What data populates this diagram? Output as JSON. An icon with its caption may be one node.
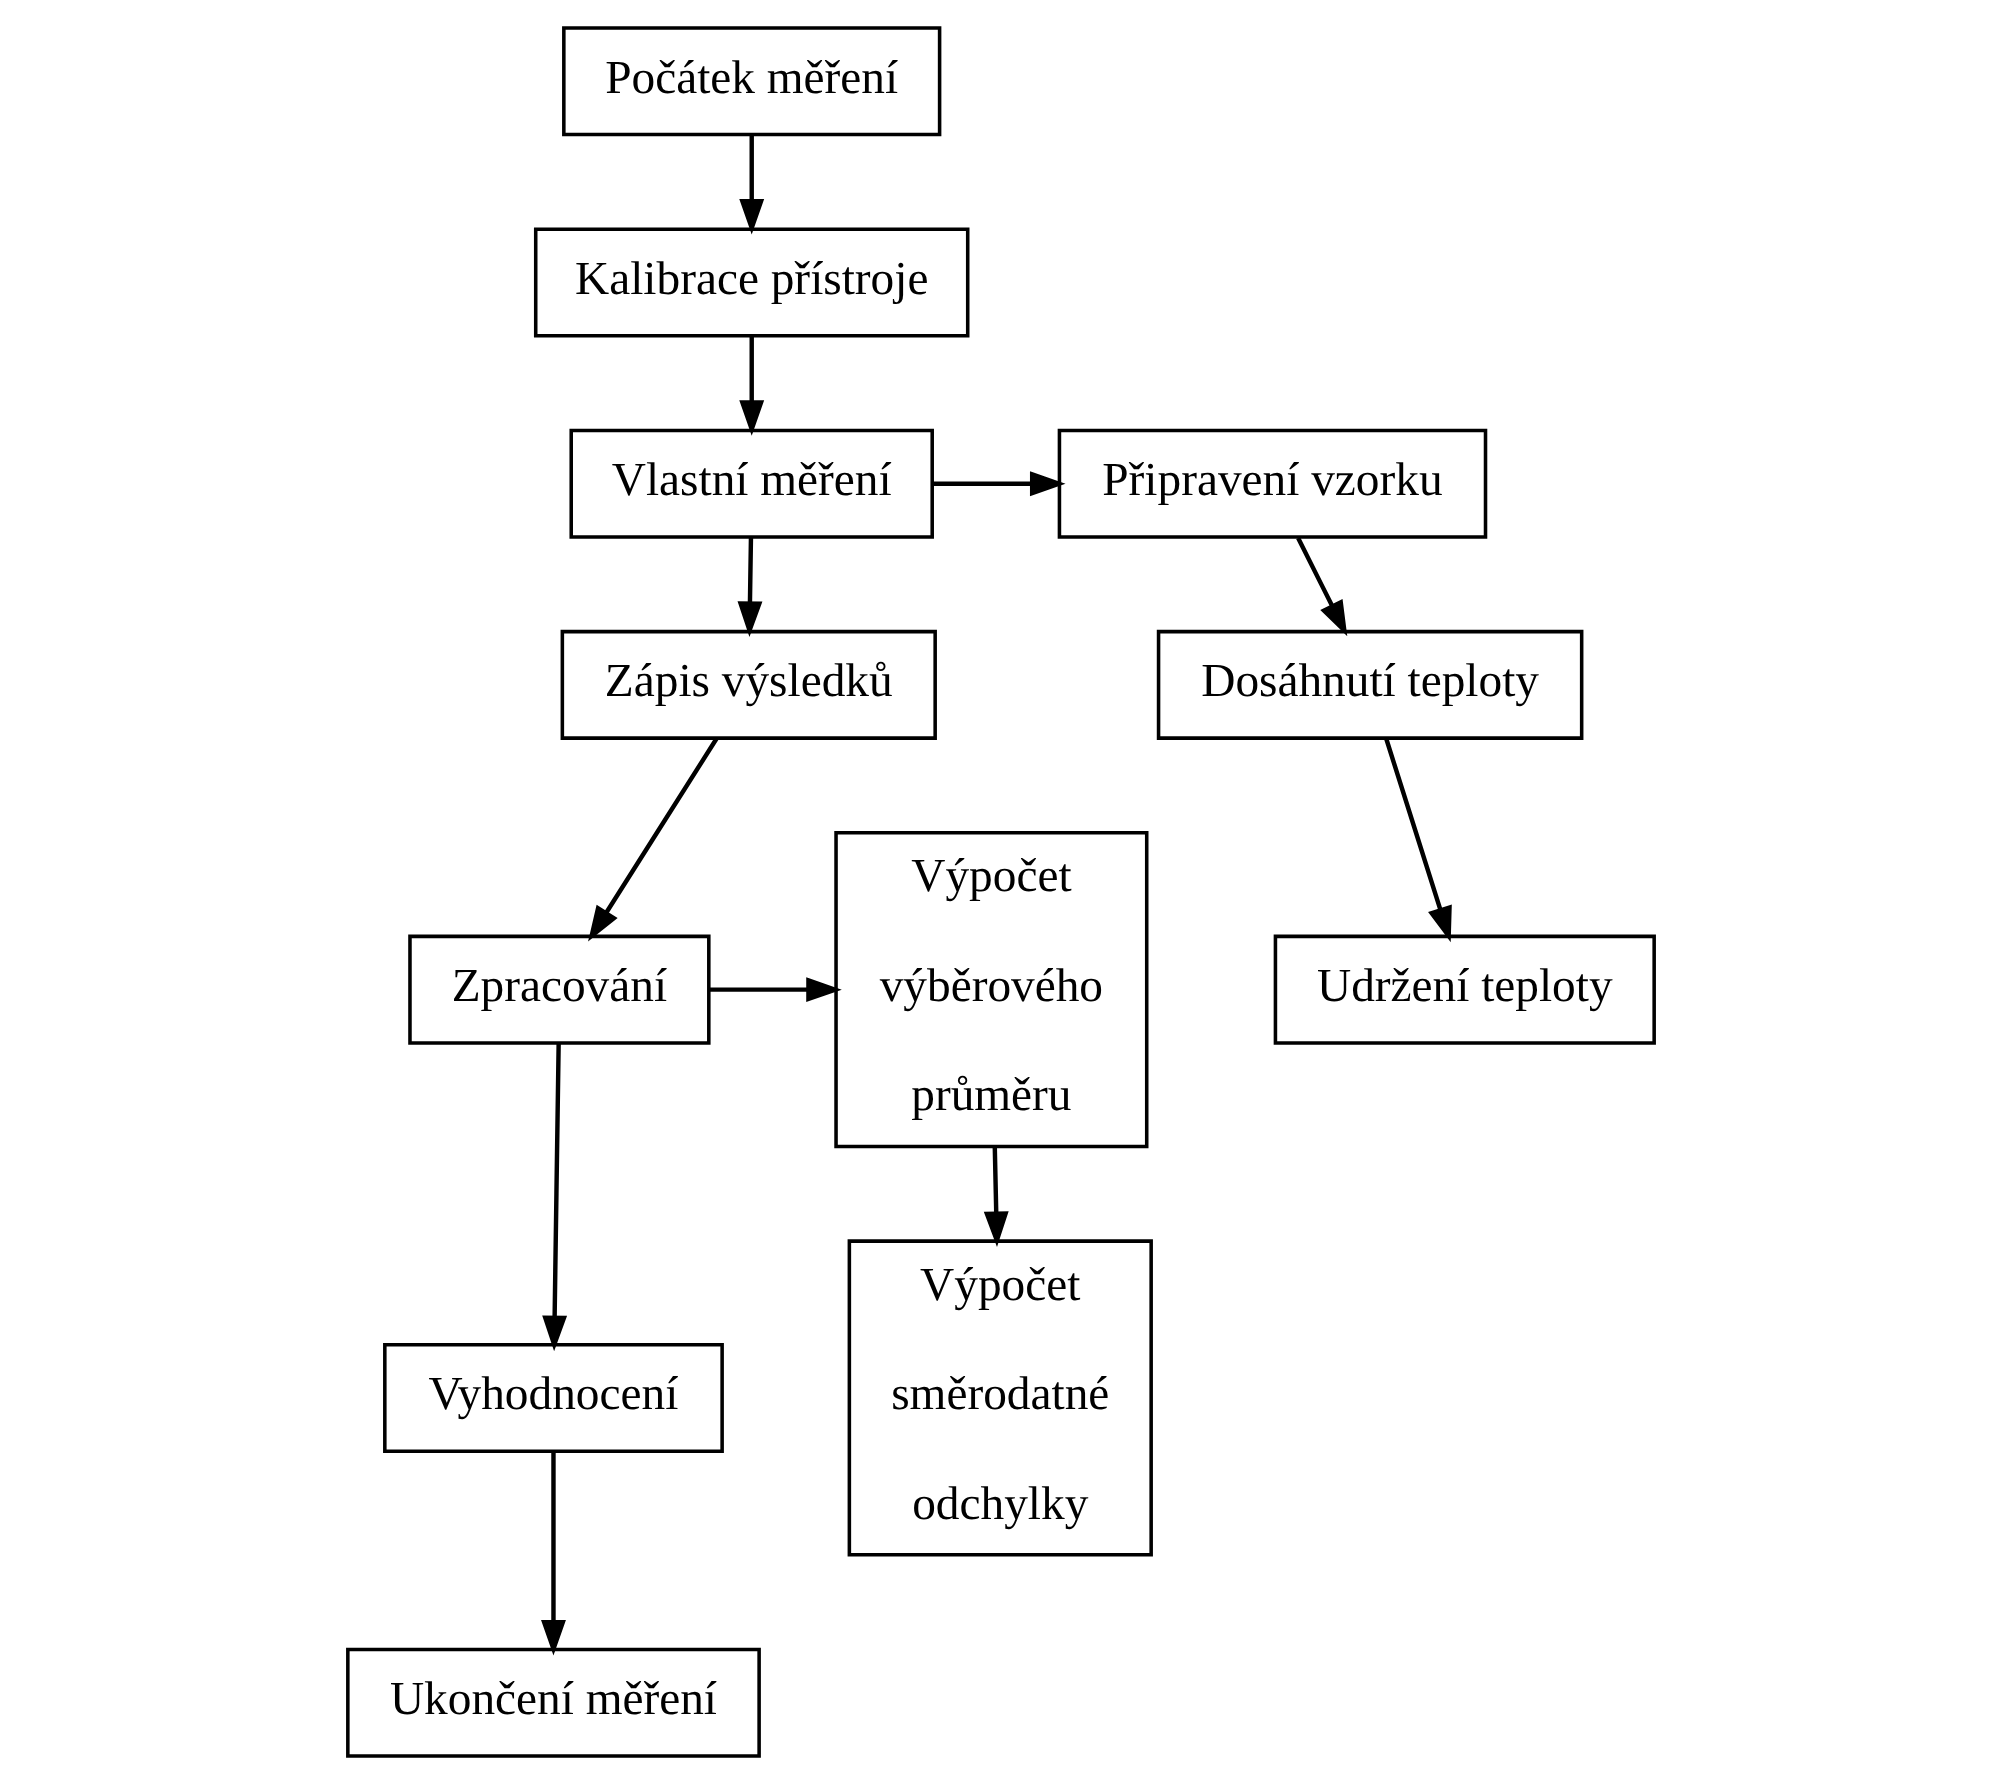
{
  "diagram": {
    "nodes": [
      {
        "text": [
          "Počátek měření"
        ]
      },
      {
        "text": [
          "Kalibrace přístroje"
        ]
      },
      {
        "text": [
          "Vlastní měření"
        ]
      },
      {
        "text": [
          "Připravení vzorku"
        ]
      },
      {
        "text": [
          "Zápis výsledků"
        ]
      },
      {
        "text": [
          "Dosáhnutí teploty"
        ]
      },
      {
        "text": [
          "Výpočet výběrového průměru"
        ]
      },
      {
        "text": [
          "Zpracování"
        ]
      },
      {
        "text": [
          "Udržení teploty"
        ]
      },
      {
        "text": [
          "Vyhodnocení"
        ]
      },
      {
        "text": [
          "Výpočet směrodatné odchylky"
        ]
      },
      {
        "text": [
          "Ukončení měření"
        ]
      }
    ],
    "edges": [
      {
        "from": 0,
        "to": 1,
        "arrow": "to"
      },
      {
        "from": 1,
        "to": 2,
        "arrow": "to"
      },
      {
        "from": 2,
        "to": 3,
        "arrow": "to"
      },
      {
        "from": 2,
        "to": 4,
        "arrow": "to"
      },
      {
        "from": 3,
        "to": 5,
        "arrow": "to"
      },
      {
        "from": 5,
        "to": 8,
        "arrow": "to"
      },
      {
        "from": 4,
        "to": 7,
        "arrow": "to"
      },
      {
        "from": 7,
        "to": 6,
        "arrow": "to"
      },
      {
        "from": 6,
        "to": 10,
        "arrow": "to"
      },
      {
        "from": 7,
        "to": 9,
        "arrow": "to"
      },
      {
        "from": 9,
        "to": 11,
        "arrow": "to"
      }
    ]
  }
}
